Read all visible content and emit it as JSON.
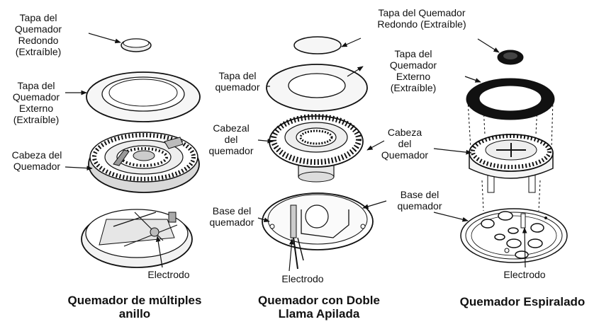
{
  "left": {
    "cap_label": "Tapa del\nQuemador\nRedondo\n(Extraíble)",
    "outer_cap_label": "Tapa del\nQuemador\nExterno\n(Extraíble)",
    "head_label": "Cabeza del\nQuemador",
    "electrode_label": "Electrodo",
    "caption": "Quemador de múltiples\nanillo"
  },
  "middle": {
    "cap_label": "Tapa del Quemador\nRedondo (Extraíble)",
    "burner_cap_label": "Tapa del\nquemador",
    "head_label": "Cabezal\ndel\nquemador",
    "base_label": "Base del\nquemador",
    "electrode_label": "Electrodo",
    "caption": "Quemador con Doble\nLlama Apilada"
  },
  "right": {
    "outer_cap_label": "Tapa del\nQuemador\nExterno\n(Extraíble)",
    "head_label": "Cabeza\ndel\nQuemador",
    "base_label": "Base del\nquemador",
    "electrode_label": "Electrodo",
    "caption": "Quemador Espiralado"
  }
}
